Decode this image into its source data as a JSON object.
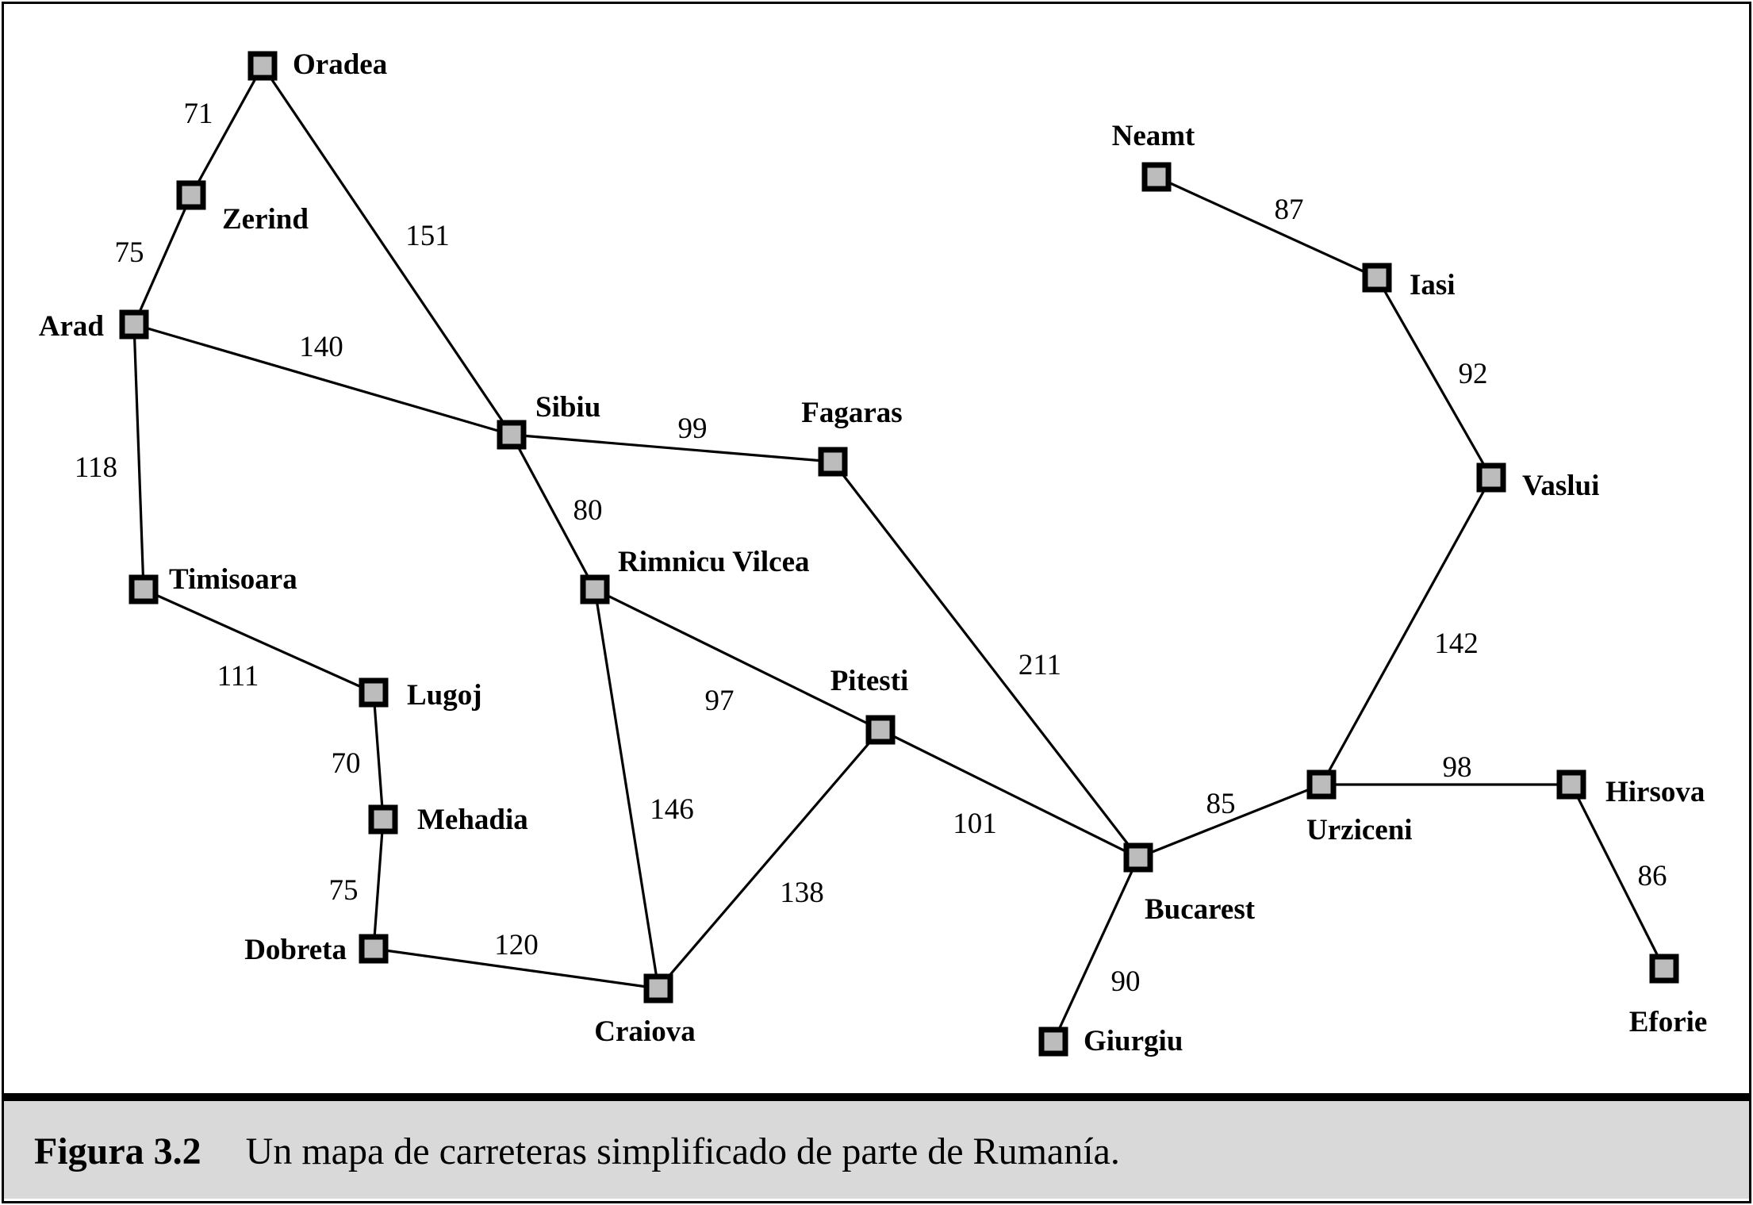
{
  "caption": {
    "label": "Figura 3.2",
    "text": "Un mapa de carreteras simplificado de parte de Rumanía."
  },
  "colors": {
    "node_fill": "#bcbcbc",
    "caption_background": "#d9d9d9",
    "line": "#000000"
  },
  "map": {
    "cities": [
      {
        "id": "oradea",
        "name": "Oradea"
      },
      {
        "id": "zerind",
        "name": "Zerind"
      },
      {
        "id": "arad",
        "name": "Arad"
      },
      {
        "id": "timisoara",
        "name": "Timisoara"
      },
      {
        "id": "lugoj",
        "name": "Lugoj"
      },
      {
        "id": "mehadia",
        "name": "Mehadia"
      },
      {
        "id": "dobreta",
        "name": "Dobreta"
      },
      {
        "id": "craiova",
        "name": "Craiova"
      },
      {
        "id": "sibiu",
        "name": "Sibiu"
      },
      {
        "id": "rimnicu",
        "name": "Rimnicu Vilcea"
      },
      {
        "id": "fagaras",
        "name": "Fagaras"
      },
      {
        "id": "pitesti",
        "name": "Pitesti"
      },
      {
        "id": "bucarest",
        "name": "Bucarest"
      },
      {
        "id": "giurgiu",
        "name": "Giurgiu"
      },
      {
        "id": "urziceni",
        "name": "Urziceni"
      },
      {
        "id": "hirsova",
        "name": "Hirsova"
      },
      {
        "id": "eforie",
        "name": "Eforie"
      },
      {
        "id": "vaslui",
        "name": "Vaslui"
      },
      {
        "id": "iasi",
        "name": "Iasi"
      },
      {
        "id": "neamt",
        "name": "Neamt"
      }
    ],
    "roads": [
      {
        "from": "oradea",
        "to": "zerind",
        "distance": "71"
      },
      {
        "from": "zerind",
        "to": "arad",
        "distance": "75"
      },
      {
        "from": "oradea",
        "to": "sibiu",
        "distance": "151"
      },
      {
        "from": "arad",
        "to": "sibiu",
        "distance": "140"
      },
      {
        "from": "arad",
        "to": "timisoara",
        "distance": "118"
      },
      {
        "from": "timisoara",
        "to": "lugoj",
        "distance": "111"
      },
      {
        "from": "lugoj",
        "to": "mehadia",
        "distance": "70"
      },
      {
        "from": "mehadia",
        "to": "dobreta",
        "distance": "75"
      },
      {
        "from": "dobreta",
        "to": "craiova",
        "distance": "120"
      },
      {
        "from": "sibiu",
        "to": "fagaras",
        "distance": "99"
      },
      {
        "from": "sibiu",
        "to": "rimnicu",
        "distance": "80"
      },
      {
        "from": "rimnicu",
        "to": "pitesti",
        "distance": "97"
      },
      {
        "from": "rimnicu",
        "to": "craiova",
        "distance": "146"
      },
      {
        "from": "craiova",
        "to": "pitesti",
        "distance": "138"
      },
      {
        "from": "pitesti",
        "to": "bucarest",
        "distance": "101"
      },
      {
        "from": "fagaras",
        "to": "bucarest",
        "distance": "211"
      },
      {
        "from": "bucarest",
        "to": "giurgiu",
        "distance": "90"
      },
      {
        "from": "bucarest",
        "to": "urziceni",
        "distance": "85"
      },
      {
        "from": "urziceni",
        "to": "hirsova",
        "distance": "98"
      },
      {
        "from": "hirsova",
        "to": "eforie",
        "distance": "86"
      },
      {
        "from": "urziceni",
        "to": "vaslui",
        "distance": "142"
      },
      {
        "from": "vaslui",
        "to": "iasi",
        "distance": "92"
      },
      {
        "from": "iasi",
        "to": "neamt",
        "distance": "87"
      }
    ]
  }
}
